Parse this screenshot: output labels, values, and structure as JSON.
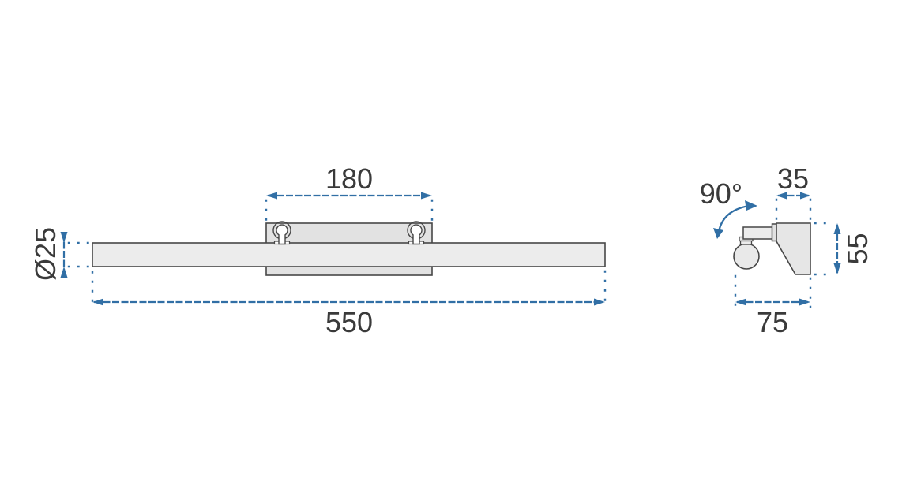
{
  "drawing": {
    "type": "technical-dimension-drawing",
    "colors": {
      "dimension_blue": "#316fa5",
      "outline_gray": "#474747",
      "fill_light_gray": "#e9e9e9",
      "text_dark": "#3a3a3a",
      "background": "#ffffff"
    },
    "front_view": {
      "dims": {
        "mount_plate_width": "180",
        "tube_diameter": "Ø25",
        "overall_length": "550"
      }
    },
    "side_view": {
      "dims": {
        "head_rotation": "90°",
        "wall_plate_depth": "35",
        "bracket_height": "55",
        "overall_depth": "75"
      }
    }
  }
}
